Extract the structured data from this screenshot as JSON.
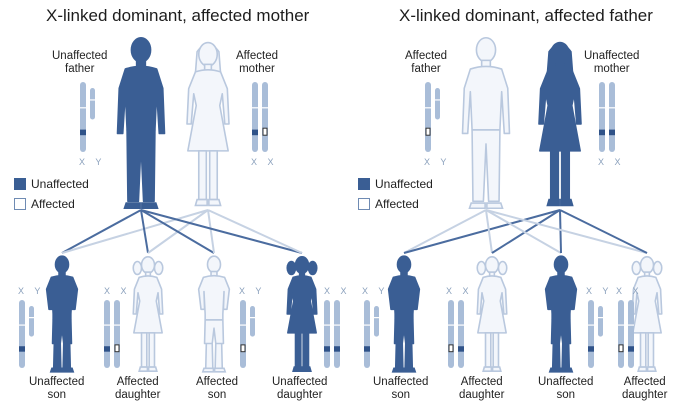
{
  "colors": {
    "dark": "#3a5e94",
    "light_fill": "#f3f6fb",
    "light_stroke": "#b9c8de",
    "line_dark": "#4b6c9f",
    "line_light": "#c6d2e3",
    "chromo": "#a9bdd8",
    "band_dark": "#2f5288",
    "legend_dark": "#3a5e94"
  },
  "legend": {
    "unaffected": "Unaffected",
    "affected": "Affected"
  },
  "left": {
    "title": "X-linked dominant, affected mother",
    "parents": {
      "father": {
        "label_line1": "Unaffected",
        "label_line2": "father",
        "chrom": "X Y"
      },
      "mother": {
        "label_line1": "Affected",
        "label_line2": "mother",
        "chrom": "X X"
      }
    },
    "children": [
      {
        "label_line1": "Unaffected",
        "label_line2": "son",
        "chrom": "X Y"
      },
      {
        "label_line1": "Affected",
        "label_line2": "daughter",
        "chrom": "X X"
      },
      {
        "label_line1": "Affected",
        "label_line2": "son",
        "chrom": "X Y"
      },
      {
        "label_line1": "Unaffected",
        "label_line2": "daughter",
        "chrom": "X X"
      }
    ]
  },
  "right": {
    "title": "X-linked dominant, affected father",
    "parents": {
      "father": {
        "label_line1": "Affected",
        "label_line2": "father",
        "chrom": "X Y"
      },
      "mother": {
        "label_line1": "Unaffected",
        "label_line2": "mother",
        "chrom": "X X"
      }
    },
    "children": [
      {
        "label_line1": "Unaffected",
        "label_line2": "son",
        "chrom": "X Y"
      },
      {
        "label_line1": "Affected",
        "label_line2": "daughter",
        "chrom": "X X"
      },
      {
        "label_line1": "Unaffected",
        "label_line2": "son",
        "chrom": "X Y"
      },
      {
        "label_line1": "Affected",
        "label_line2": "daughter",
        "chrom": "X X"
      }
    ]
  }
}
